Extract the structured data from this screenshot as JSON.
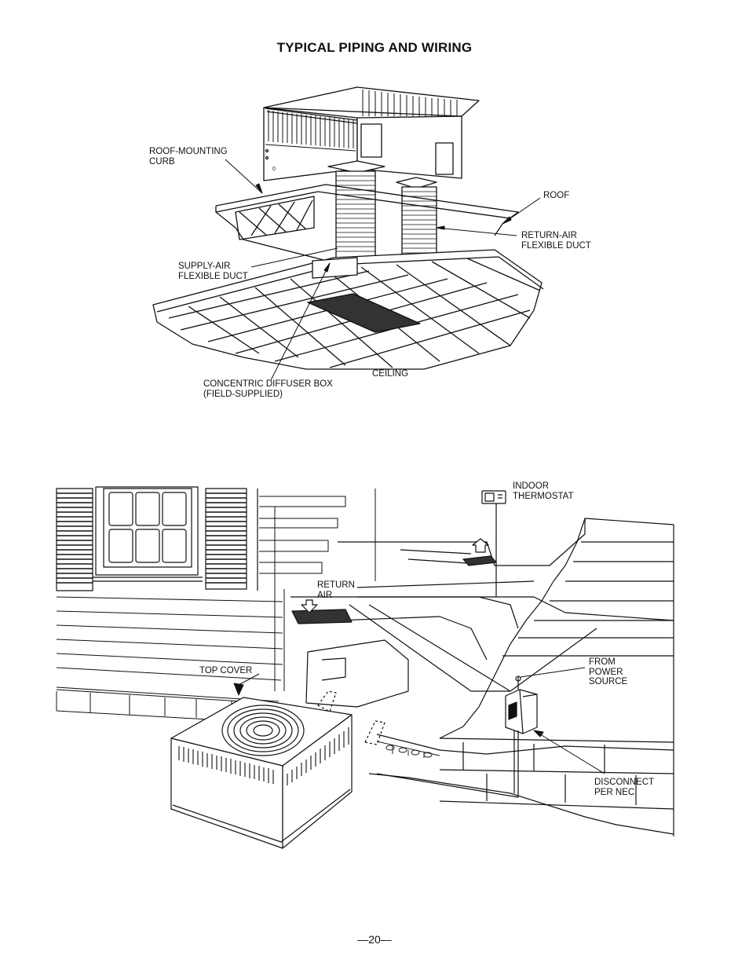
{
  "page": {
    "title": "TYPICAL PIPING AND WIRING",
    "page_number": "—20—"
  },
  "rooftop_diagram": {
    "labels": {
      "curb_1": "ROOF-MOUNTING",
      "curb_2": "CURB",
      "roof": "ROOF",
      "return_1": "RETURN-AIR",
      "return_2": "FLEXIBLE DUCT",
      "supply_1": "SUPPLY-AIR",
      "supply_2": "FLEXIBLE DUCT",
      "ceiling": "CEILING",
      "diffuser_1": "CONCENTRIC DIFFUSER BOX",
      "diffuser_2": "(FIELD-SUPPLIED)"
    }
  },
  "ground_diagram": {
    "labels": {
      "thermo_1": "INDOOR",
      "thermo_2": "THERMOSTAT",
      "return_1": "RETURN",
      "return_2": "AIR",
      "top_cover": "TOP COVER",
      "power_1": "FROM",
      "power_2": "POWER",
      "power_3": "SOURCE",
      "disconnect_1": "DISCONNECT",
      "disconnect_2": "PER NEC"
    }
  }
}
